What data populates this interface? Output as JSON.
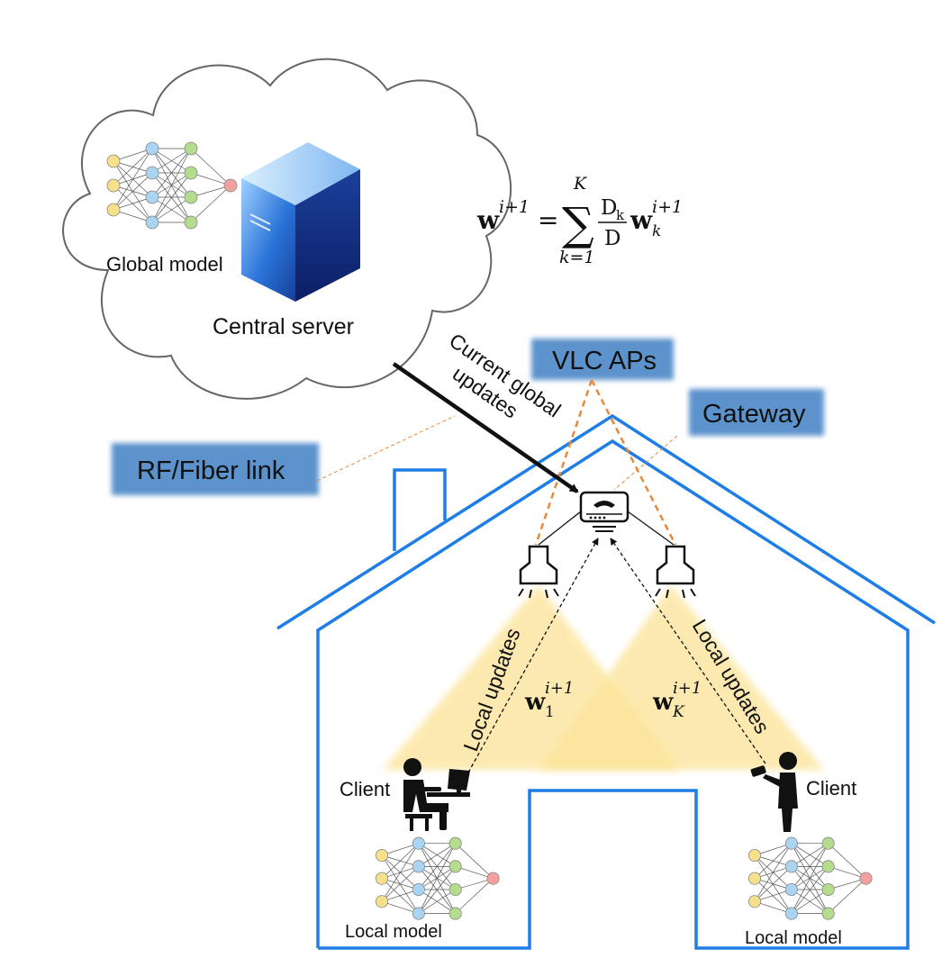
{
  "labels": {
    "global_model": "Global model",
    "central_server": "Central server",
    "current_global_updates_line1": "Current global",
    "current_global_updates_line2": "updates",
    "vlc_aps": "VLC APs",
    "gateway": "Gateway",
    "rf_fiber_link": "RF/Fiber link",
    "local_updates_left": "Local updates",
    "local_updates_right": "Local updates",
    "client_left": "Client",
    "client_right": "Client",
    "local_model_left": "Local model",
    "local_model_right": "Local model"
  },
  "equation": {
    "lhs_base": "w",
    "lhs_sup": "i+1",
    "equals": "=",
    "sum_upper": "K",
    "sum_symbol": "∑",
    "sum_lower": "k=1",
    "frac_num": "D",
    "frac_num_sub": "k",
    "frac_den": "D",
    "rhs_base": "w",
    "rhs_sup": "i+1",
    "rhs_sub": "k"
  },
  "weights": {
    "w1_base": "w",
    "w1_sup": "i+1",
    "w1_sub": "1",
    "wK_base": "w",
    "wK_sup": "i+1",
    "wK_sub": "K"
  },
  "colors": {
    "house_stroke": "#1f7ee6",
    "label_box_fill": "#5b93cc",
    "light_cone": "#fce49a",
    "dashed_link": "#e58a3c",
    "nn_input": "#f7e08a",
    "nn_hidden1": "#a9d4f2",
    "nn_hidden2": "#b4dc8c",
    "nn_output": "#f4a0a0",
    "server_blue": "#2b74d9"
  }
}
